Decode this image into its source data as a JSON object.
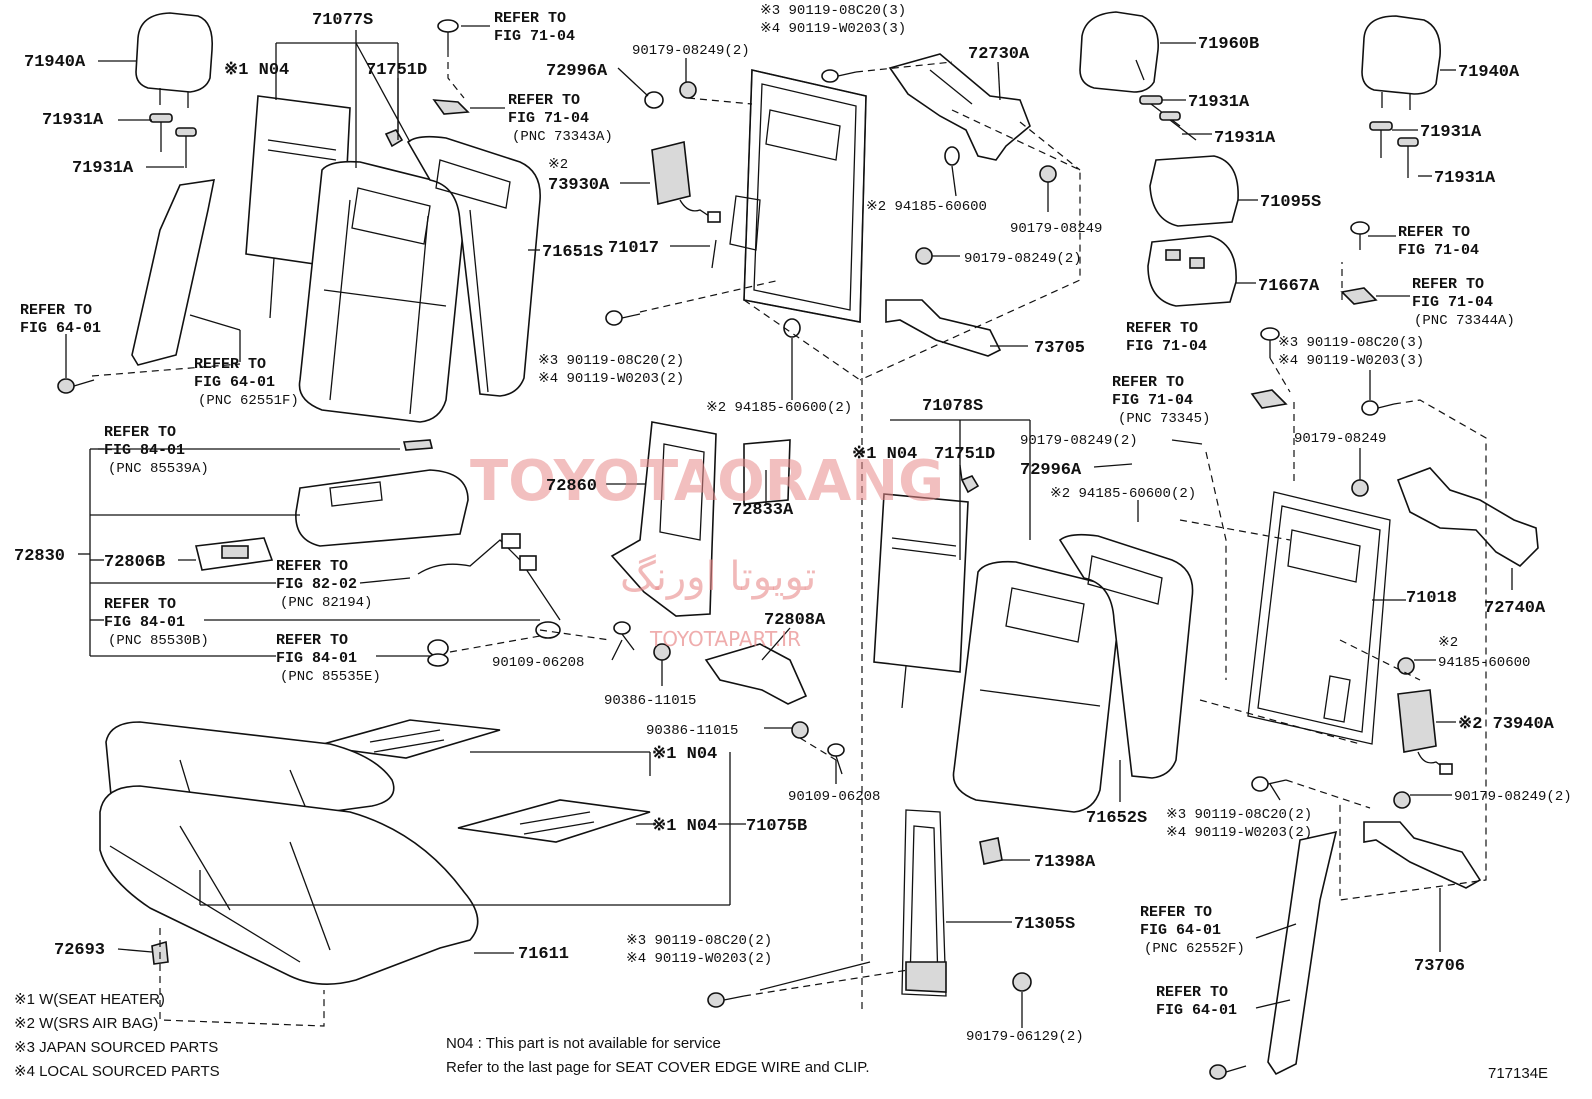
{
  "watermark": {
    "main": "TOYOTAORANG",
    "url": "TOYOTAPART.IR",
    "arabic": "تويوتا اورنگ"
  },
  "labels": {
    "p71940A_l": "71940A",
    "p71931A_l1": "71931A",
    "p71931A_l2": "71931A",
    "p71077S": "71077S",
    "n04_a": "※1 N04",
    "p71751D_a": "71751D",
    "ref_7104_a": [
      "REFER TO",
      "FIG 71-04"
    ],
    "ref_7104_b": [
      "REFER TO",
      "FIG 71-04",
      "(PNC 73343A)"
    ],
    "p90179_a": "90179-08249(2)",
    "p72996A_a": "72996A",
    "bolt_top": [
      "※3 90119-08C20(3)",
      "※4 90119-W0203(3)"
    ],
    "p72730A": "72730A",
    "p73930A": [
      "※2",
      "73930A"
    ],
    "p71017": "71017",
    "p71651S": "71651S",
    "p94185_a": "※2 94185-60600",
    "p90179_b": "90179-08249",
    "p90179_c": "90179-08249(2)",
    "p73705": "73705",
    "ref_6401_a": [
      "REFER TO",
      "FIG 64-01"
    ],
    "ref_6401_b": [
      "REFER TO",
      "FIG 64-01",
      "(PNC 62551F)"
    ],
    "bolt_mid_l": [
      "※3 90119-08C20(2)",
      "※4 90119-W0203(2)"
    ],
    "p94185_b": "※2 94185-60600(2)",
    "p71960B": "71960B",
    "p71931A_m1": "71931A",
    "p71931A_m2": "71931A",
    "p71095S": "71095S",
    "p71667A": "71667A",
    "p71940A_r": "71940A",
    "p71931A_r1": "71931A",
    "p71931A_r2": "71931A",
    "ref_7104_c": [
      "REFER TO",
      "FIG 71-04"
    ],
    "ref_7104_d": [
      "REFER TO",
      "FIG 71-04",
      "(PNC 73344A)"
    ],
    "ref_7104_e": [
      "REFER TO",
      "FIG 71-04"
    ],
    "bolt_right": [
      "※3 90119-08C20(3)",
      "※4 90119-W0203(3)"
    ],
    "ref_7104_f": [
      "REFER TO",
      "FIG 71-04",
      "(PNC 73345)"
    ],
    "p90179_d": "90179-08249",
    "ref_8401_a": [
      "REFER TO",
      "FIG 84-01",
      "(PNC 85539A)"
    ],
    "p72830": "72830",
    "p72806B": "72806B",
    "ref_8202": [
      "REFER TO",
      "FIG 82-02",
      "(PNC 82194)"
    ],
    "ref_8401_b": [
      "REFER TO",
      "FIG 84-01",
      "(PNC 85530B)"
    ],
    "ref_8401_c": [
      "REFER TO",
      "FIG 84-01",
      "(PNC 85535E)"
    ],
    "p90109_a": "90109-06208",
    "p90386_a": "90386-11015",
    "p72860": "72860",
    "p72833A": "72833A",
    "p72808A": "72808A",
    "p90386_b": "90386-11015",
    "p90109_b": "90109-06208",
    "p71078S": "71078S",
    "n04_b": "※1 N04",
    "p71751D_b": "71751D",
    "p90179_e": "90179-08249(2)",
    "p72996A_b": "72996A",
    "p94185_c": "※2 94185-60600(2)",
    "p71018": "71018",
    "p72740A": "72740A",
    "p94185_d": [
      "※2",
      "94185-60600"
    ],
    "p73940A": "※2 73940A",
    "p90179_f": "90179-08249(2)",
    "p71652S": "71652S",
    "bolt_right2": [
      "※3 90119-08C20(2)",
      "※4 90119-W0203(2)"
    ],
    "n04_c": "※1 N04",
    "n04_d": "※1 N04",
    "p71075B": "71075B",
    "p71398A": "71398A",
    "p71305S": "71305S",
    "bolt_bottom": [
      "※3 90119-08C20(2)",
      "※4 90119-W0203(2)"
    ],
    "p90179_g": "90179-06129(2)",
    "ref_6401_c": [
      "REFER TO",
      "FIG 64-01",
      "(PNC 62552F)"
    ],
    "ref_6401_d": [
      "REFER TO",
      "FIG 64-01"
    ],
    "p73706": "73706",
    "p72693": "72693",
    "p71611": "71611"
  },
  "legend": [
    "※1 W(SEAT HEATER)",
    "※2 W(SRS AIR BAG)",
    "※3 JAPAN SOURCED PARTS",
    "※4 LOCAL SOURCED PARTS"
  ],
  "footnote": [
    "N04 : This part is not available for service",
    "Refer to the last page for SEAT COVER EDGE WIRE and CLIP."
  ],
  "figure_code": "717134E"
}
